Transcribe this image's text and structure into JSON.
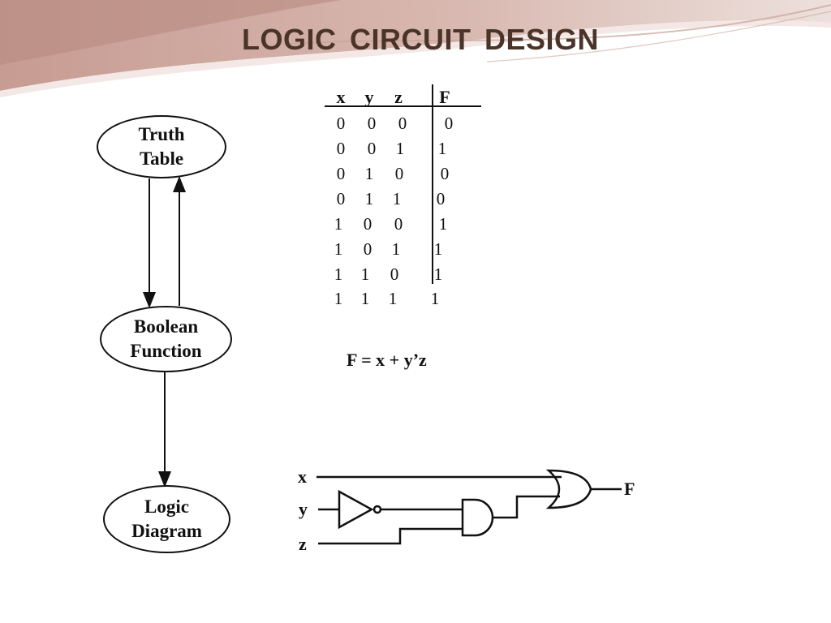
{
  "slide": {
    "title": "LOGIC  CIRCUIT  DESIGN",
    "accent_color": "#c9a49a",
    "title_color": "#4a3429"
  },
  "flow": {
    "truth_table_node": "Truth\nTable",
    "boolean_function_node": "Boolean\nFunction",
    "logic_diagram_node": "Logic\nDiagram"
  },
  "truth_table": {
    "headers": [
      "x",
      "y",
      "z",
      "F"
    ],
    "rows": [
      [
        "0",
        "0",
        "0",
        "0"
      ],
      [
        "0",
        "0",
        "1",
        "1"
      ],
      [
        "0",
        "1",
        "0",
        "0"
      ],
      [
        "0",
        "1",
        "1",
        "0"
      ],
      [
        "1",
        "0",
        "0",
        "1"
      ],
      [
        "1",
        "0",
        "1",
        "1"
      ],
      [
        "1",
        "1",
        "0",
        "1"
      ],
      [
        "1",
        "1",
        "1",
        "1"
      ]
    ]
  },
  "equation": "F = x + y’z",
  "circuit": {
    "inputs": [
      "x",
      "y",
      "z"
    ],
    "output": "F",
    "gates": [
      "not-gate",
      "and-gate",
      "or-gate"
    ]
  }
}
